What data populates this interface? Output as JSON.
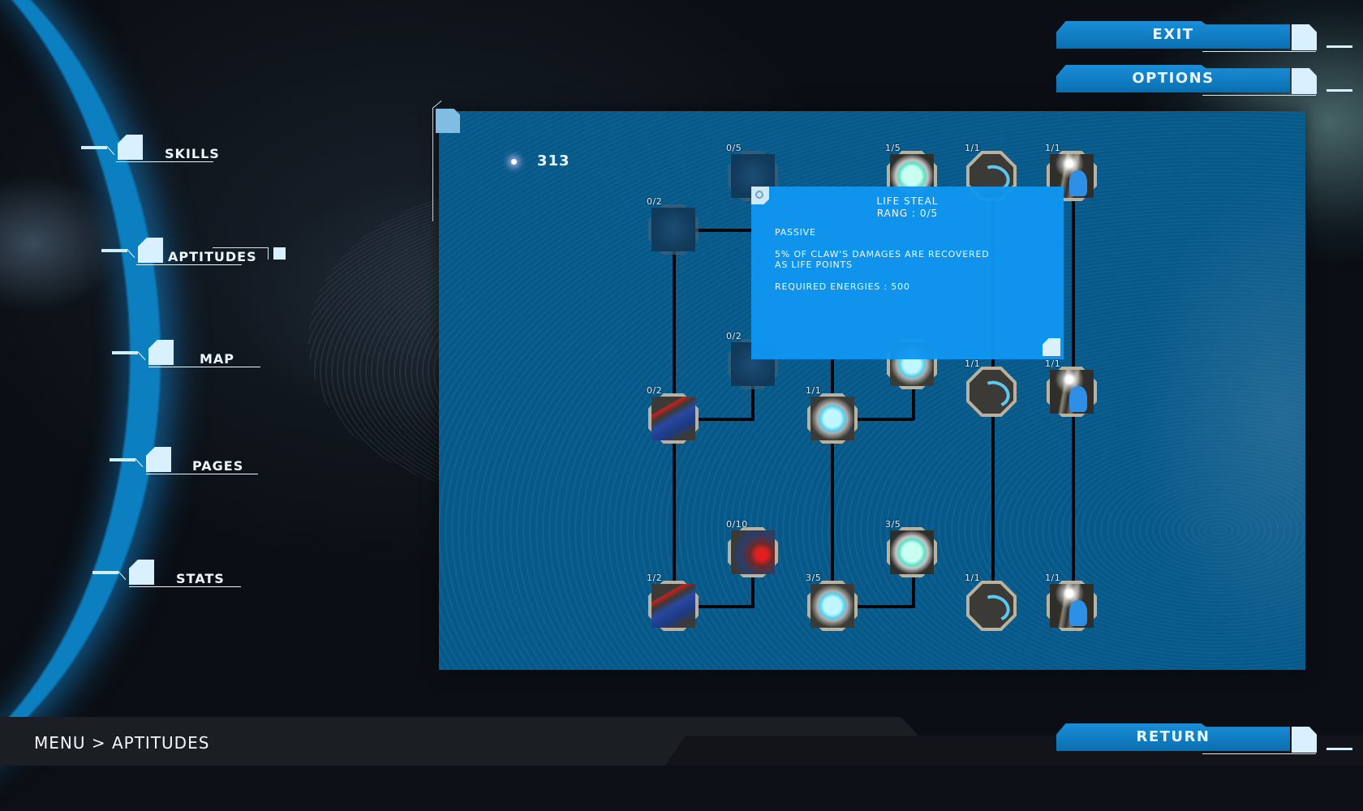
{
  "header": {
    "buttons": [
      {
        "id": "exit",
        "label": "EXIT"
      },
      {
        "id": "options",
        "label": "OPTIONS"
      }
    ]
  },
  "sidebar": {
    "items": [
      {
        "id": "skills",
        "label": "SKILLS",
        "active": false
      },
      {
        "id": "aptitudes",
        "label": "APTITUDES",
        "active": true
      },
      {
        "id": "map",
        "label": "MAP",
        "active": false
      },
      {
        "id": "pages",
        "label": "PAGES",
        "active": false
      },
      {
        "id": "stats",
        "label": "STATS",
        "active": false
      }
    ]
  },
  "panel": {
    "energy": {
      "icon": "energy-orb-icon",
      "value": "313"
    },
    "nodes": [
      {
        "name": "dark-skill-a",
        "rank": "0/5",
        "icon": "locked-skill-icon",
        "locked": true
      },
      {
        "name": "dark-skill-b",
        "rank": "0/2",
        "icon": "locked-skill-icon",
        "locked": true
      },
      {
        "name": "green-orb-top",
        "rank": "1/5",
        "icon": "green-orb-icon",
        "locked": false
      },
      {
        "name": "swirl-top",
        "rank": "1/1",
        "icon": "swirl-icon",
        "locked": false
      },
      {
        "name": "light-creature-top",
        "rank": "1/1",
        "icon": "light-creature-icon",
        "locked": false
      },
      {
        "name": "dark-skill-c",
        "rank": "0/2",
        "icon": "locked-skill-icon",
        "locked": true
      },
      {
        "name": "claw-mid",
        "rank": "0/2",
        "icon": "claw-icon",
        "locked": false
      },
      {
        "name": "orb-mid",
        "rank": "1/1",
        "icon": "orb-icon",
        "locked": false
      },
      {
        "name": "orb-upper-right",
        "rank": "",
        "icon": "orb-icon",
        "locked": false
      },
      {
        "name": "swirl-mid",
        "rank": "1/1",
        "icon": "swirl-icon",
        "locked": false
      },
      {
        "name": "light-creature-mid",
        "rank": "1/1",
        "icon": "light-creature-icon",
        "locked": false
      },
      {
        "name": "creature-red",
        "rank": "0/10",
        "icon": "creature-icon",
        "locked": false
      },
      {
        "name": "green-orb-low",
        "rank": "3/5",
        "icon": "green-orb-icon",
        "locked": false
      },
      {
        "name": "claw-bottom",
        "rank": "1/2",
        "icon": "claw-icon",
        "locked": false
      },
      {
        "name": "orb-bottom",
        "rank": "3/5",
        "icon": "orb-icon",
        "locked": false
      },
      {
        "name": "swirl-bottom",
        "rank": "1/1",
        "icon": "swirl-icon",
        "locked": false
      },
      {
        "name": "light-creature-bottom",
        "rank": "1/1",
        "icon": "light-creature-icon",
        "locked": false
      }
    ]
  },
  "tooltip": {
    "title": "LIFE STEAL",
    "rank": "RANG : 0/5",
    "type": "PASSIVE",
    "description_line1": "5% OF CLAW'S DAMAGES ARE RECOVERED",
    "description_line2": "AS LIFE POINTS",
    "requirement": "REQUIRED ENERGIES : 500"
  },
  "footer": {
    "breadcrumb": "MENU > APTITUDES",
    "return_label": "RETURN"
  },
  "colors": {
    "accent": "#0c7fc0",
    "panel": "#075989",
    "tooltip": "#1096f0",
    "button": "#1a8ed8"
  }
}
